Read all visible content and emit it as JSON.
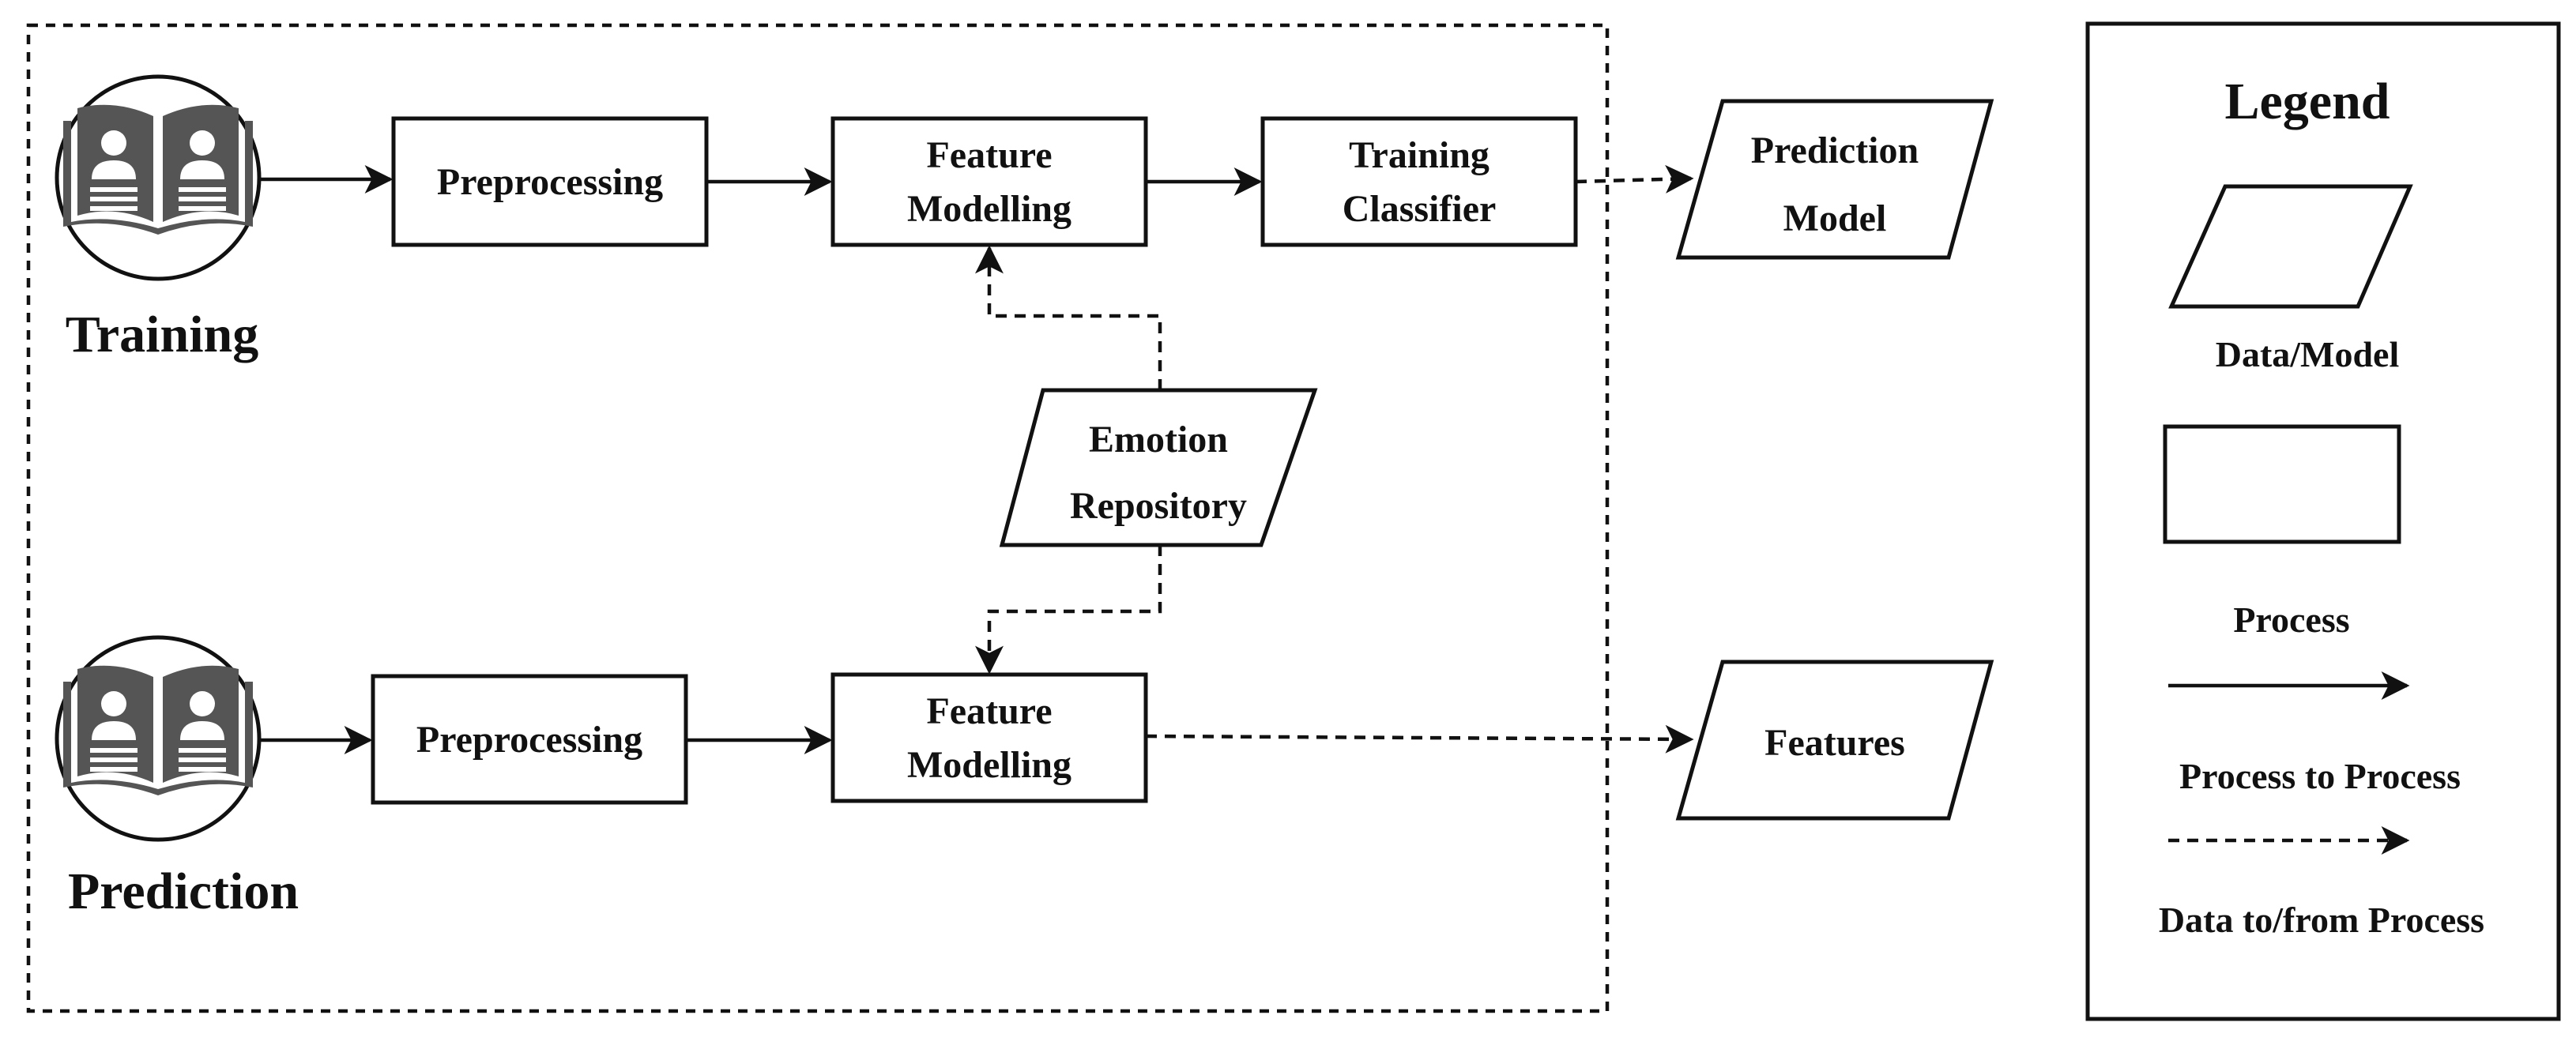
{
  "stages": {
    "training": "Training",
    "prediction": "Prediction"
  },
  "processes": {
    "training_preprocessing": "Preprocessing",
    "training_feature_line1": "Feature",
    "training_feature_line2": "Modelling",
    "training_classifier_line1": "Training",
    "training_classifier_line2": "Classifier",
    "prediction_preprocessing": "Preprocessing",
    "prediction_feature_line1": "Feature",
    "prediction_feature_line2": "Modelling"
  },
  "data_nodes": {
    "emotion_line1": "Emotion",
    "emotion_line2": "Repository",
    "model_line1": "Prediction",
    "model_line2": "Model",
    "features": "Features"
  },
  "legend": {
    "title": "Legend",
    "data_model": "Data/Model",
    "process": "Process",
    "process_to_process": "Process to Process",
    "data_to_from_process": "Data to/from Process"
  },
  "icons": {
    "stage_icon": "open-book-with-person-figures-icon"
  },
  "colors": {
    "stroke": "#111111",
    "icon_fill": "#555555",
    "background": "#ffffff"
  }
}
